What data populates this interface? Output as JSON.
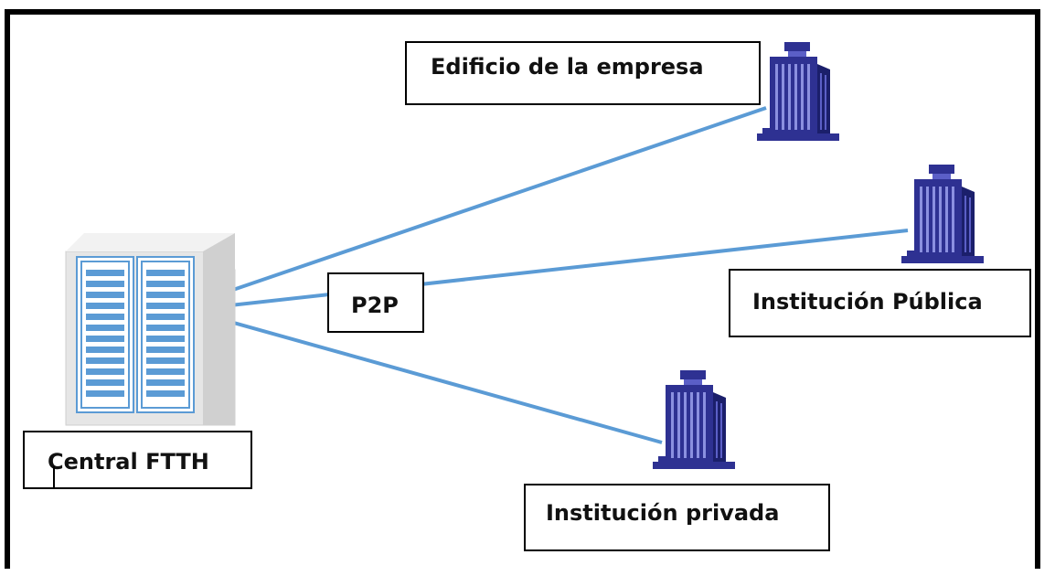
{
  "labels": {
    "central": "Central FTTH",
    "p2p": "P2P",
    "empresa": "Edificio de la empresa",
    "publica": "Institución Pública",
    "privada": "Institución privada"
  },
  "colors": {
    "link_line": "#5b9bd5",
    "building": "#2e3192",
    "rack_blue": "#5b9bd5",
    "cabinet_gray": "#d9d9d9"
  },
  "icons": {
    "central": "server-rack-icon",
    "buildings": "office-building-icon"
  }
}
